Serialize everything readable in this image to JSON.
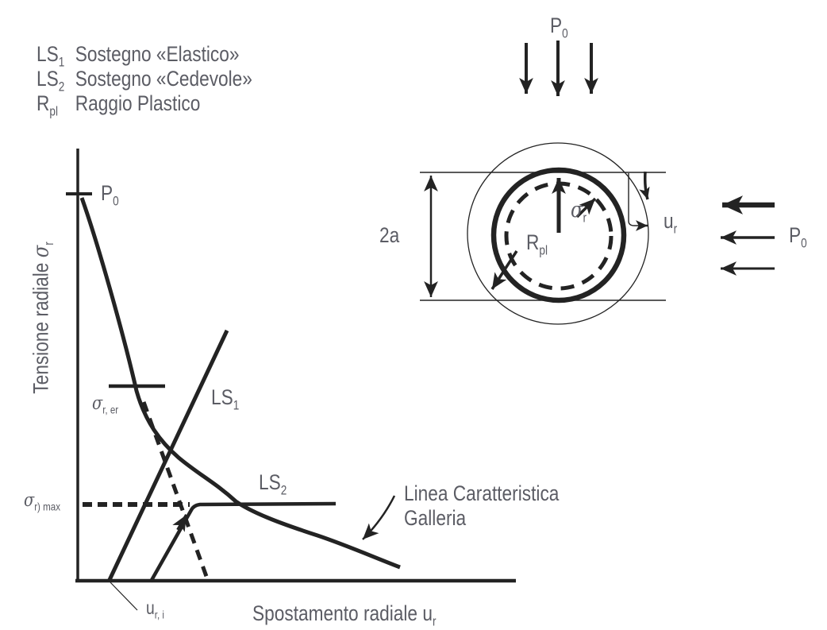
{
  "colors": {
    "stroke": "#232323",
    "text": "#5b5c64"
  },
  "legend": {
    "items": [
      {
        "sym": "LS",
        "sub": "1",
        "label": "Sostegno «Elastico»"
      },
      {
        "sym": "LS",
        "sub": "2",
        "label": "Sostegno «Cedevole»"
      },
      {
        "sym": "R",
        "sub": "pl",
        "label": "Raggio Plastico"
      }
    ]
  },
  "graph": {
    "y_label": {
      "text": "Tensione radiale ",
      "sym": "σ",
      "sub": "r"
    },
    "x_label": {
      "text": "Spostamento radiale ",
      "sym": "u",
      "sub": "r"
    },
    "p0": {
      "sym": "P",
      "sub": "0"
    },
    "sigma_er": {
      "sym": "σ",
      "sub": "r, er"
    },
    "sigma_max": {
      "sym": "σ",
      "sub": "r) max"
    },
    "u_ri": {
      "sym": "u",
      "sub": "r, i"
    },
    "ls1": {
      "sym": "LS",
      "sub": "1"
    },
    "ls2": {
      "sym": "LS",
      "sub": "2"
    },
    "char_label": [
      "Linea Caratteristica",
      "Galleria"
    ]
  },
  "tunnel": {
    "p0_top": {
      "sym": "P",
      "sub": "0"
    },
    "p0_right": {
      "sym": "P",
      "sub": "0"
    },
    "dim": "2a",
    "sigma_r": {
      "sym": "σ",
      "sub": "r"
    },
    "u_r": {
      "sym": "u",
      "sub": "r"
    },
    "r_pl": {
      "sym": "R",
      "sub": "pl"
    }
  }
}
